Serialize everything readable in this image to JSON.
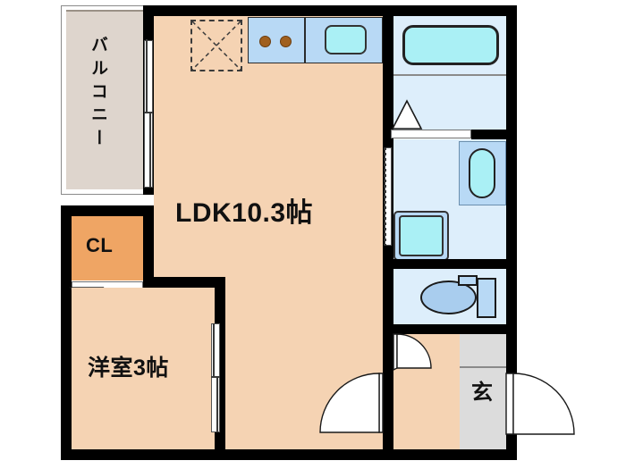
{
  "plan": {
    "type": "japanese-floor-plan",
    "layout_name": "1LDK",
    "rooms": [
      {
        "key": "ldk",
        "label": "LDK10.3帖",
        "area_jo": 10.3,
        "color": "#f5d3b3"
      },
      {
        "key": "bedroom",
        "label": "洋室3帖",
        "area_jo": 3,
        "color": "#f5d3b3"
      },
      {
        "key": "closet",
        "label": "CL",
        "color": "#efa564"
      },
      {
        "key": "balcony",
        "label": "バルコニー",
        "color": "#ded5cd"
      },
      {
        "key": "genkan",
        "label": "玄",
        "color": "#dcdcdc"
      }
    ],
    "fixtures": [
      {
        "name": "stove-2burner",
        "room": "ldk"
      },
      {
        "name": "kitchen-sink",
        "room": "ldk"
      },
      {
        "name": "appliance-space",
        "room": "ldk"
      },
      {
        "name": "bathtub",
        "room": "bathroom"
      },
      {
        "name": "washing-machine-pan",
        "room": "washroom"
      },
      {
        "name": "vanity-basin",
        "room": "washroom"
      },
      {
        "name": "toilet",
        "room": "toilet"
      }
    ],
    "doors": [
      {
        "name": "balcony-sliding-door",
        "type": "sliding"
      },
      {
        "name": "bedroom-sliding-door",
        "type": "sliding"
      },
      {
        "name": "closet-folding-door",
        "type": "folding"
      },
      {
        "name": "bathroom-folding-door",
        "type": "folding"
      },
      {
        "name": "washroom-sliding-door",
        "type": "sliding"
      },
      {
        "name": "toilet-swing-door",
        "type": "swing"
      },
      {
        "name": "hall-swing-door",
        "type": "swing"
      },
      {
        "name": "entrance-swing-door",
        "type": "swing"
      }
    ]
  },
  "labels": {
    "ldk": "LDK10.3帖",
    "bedroom": "洋室3帖",
    "closet": "CL",
    "balcony": "バルコニー",
    "genkan": "玄"
  },
  "colors": {
    "wall": "#000000",
    "living_floor": "#f5d3b3",
    "closet_fill": "#efa564",
    "balcony_fill": "#ded5cd",
    "wet_area_fill": "#ddeefb",
    "genkan_fill": "#dcdcdc",
    "counter_blue": "#b8d9f5",
    "basin_cyan": "#aaf0f5",
    "background": "#ffffff"
  }
}
